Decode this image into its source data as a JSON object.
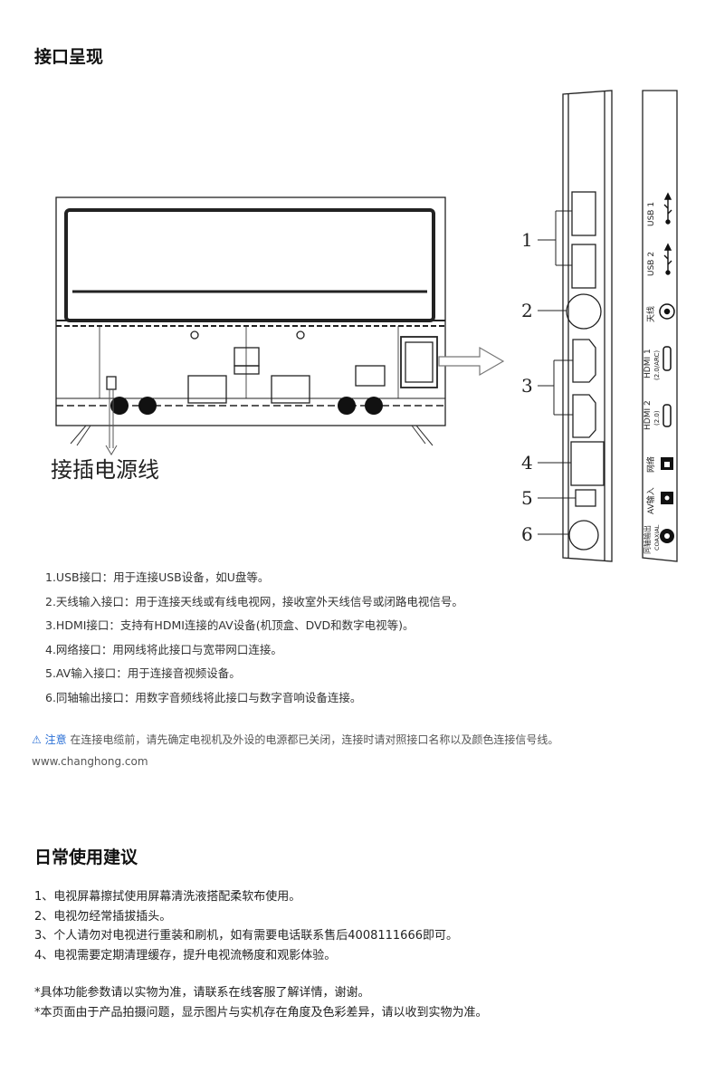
{
  "interface": {
    "title": "接口呈现",
    "plug_label": "接插电源线",
    "callouts": [
      "1",
      "2",
      "3",
      "4",
      "5",
      "6"
    ],
    "port_labels": {
      "usb1": "USB 1",
      "usb2": "USB 2",
      "antenna": "天线",
      "hdmi1": "HDMI 1",
      "hdmi1_sub": "(2.0/ARC)",
      "hdmi2": "HDMI 2",
      "hdmi2_sub": "(2.0)",
      "network": "网络",
      "av": "AV输入",
      "coax": "同轴输出",
      "coax_sub": "COAXIAL"
    },
    "items": [
      "1.USB接口：用于连接USB设备，如U盘等。",
      "2.天线输入接口：用于连接天线或有线电视网，接收室外天线信号或闭路电视信号。",
      "3.HDMI接口：支持有HDMI连接的AV设备(机顶盒、DVD和数字电视等)。",
      "4.网络接口：用网线将此接口与宽带网口连接。",
      "5.AV输入接口：用于连接音视频设备。",
      "6.同轴输出接口：用数字音频线将此接口与数字音响设备连接。"
    ],
    "note_warn": "⚠ 注意",
    "note_text": "在连接电缆前，请先确定电视机及外设的电源都已关闭，连接时请对照接口名称以及颜色连接信号线。",
    "url": "www.changhong.com"
  },
  "usage": {
    "title": "日常使用建议",
    "tips": [
      "1、电视屏幕擦拭使用屏幕清洗液搭配柔软布使用。",
      "2、电视勿经常插拔插头。",
      "3、个人请勿对电视进行重装和刷机，如有需要电话联系售后4008111666即可。",
      "4、电视需要定期清理缓存，提升电视流畅度和观影体验。"
    ],
    "footnotes": [
      "*具体功能参数请以实物为准，请联系在线客服了解详情，谢谢。",
      "*本页面由于产品拍摄问题，显示图片与实机存在角度及色彩差异，请以收到实物为准。"
    ]
  }
}
